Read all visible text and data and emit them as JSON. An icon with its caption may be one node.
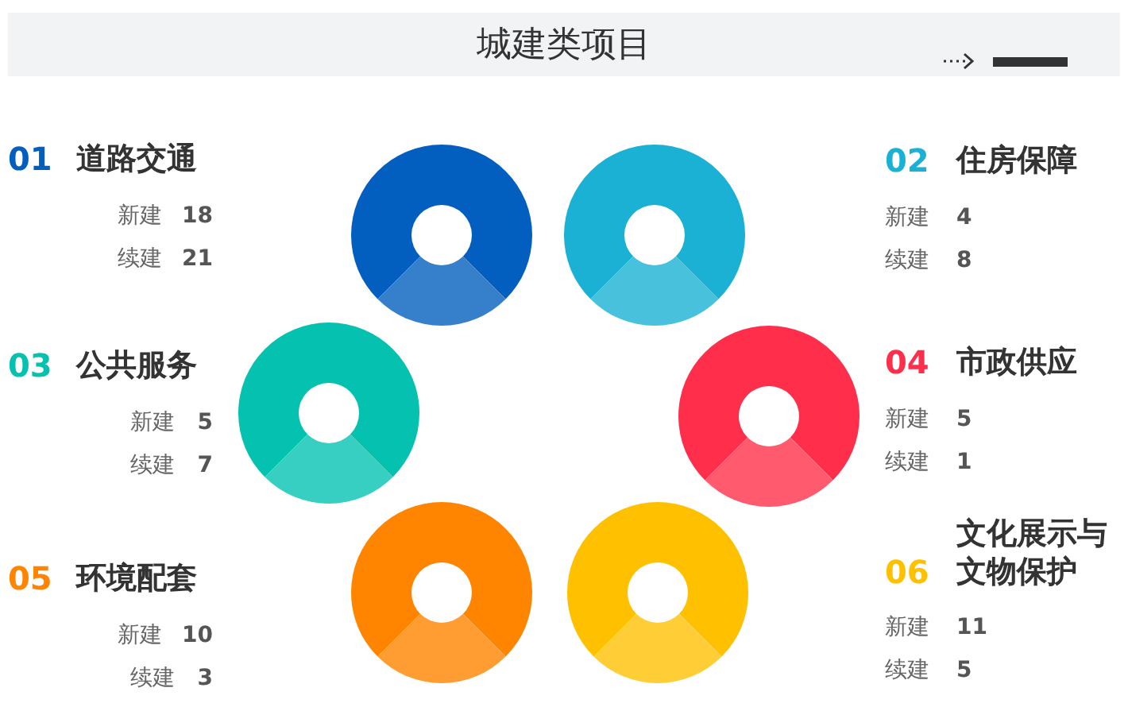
{
  "diagram": {
    "title": "城建类项目",
    "labels": [
      "01",
      "道路交通",
      "新建",
      "18",
      "续建",
      "21",
      "02",
      "住房保障",
      "新建",
      "4",
      "续建",
      "8",
      "03",
      "公共服务",
      "新建",
      "5",
      "续建",
      "7",
      "04",
      "市政供应",
      "新建",
      "5",
      "续建",
      "1",
      "05",
      "环境配套",
      "新建",
      "10",
      "续建",
      "3",
      "06",
      "文化展示与文物保护",
      "新建",
      "11",
      "续建",
      "5"
    ]
  }
}
